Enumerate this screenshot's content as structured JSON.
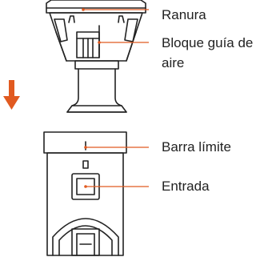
{
  "labels": {
    "ranura": "Ranura",
    "bloque_line1": "Bloque guía de",
    "bloque_line2": "aire",
    "barra": "Barra límite",
    "entrada": "Entrada"
  },
  "colors": {
    "stroke": "#222222",
    "leader": "#e15a20",
    "arrow": "#e15a20",
    "text": "#222222"
  },
  "icons": {
    "direction": "down-arrow-icon"
  }
}
